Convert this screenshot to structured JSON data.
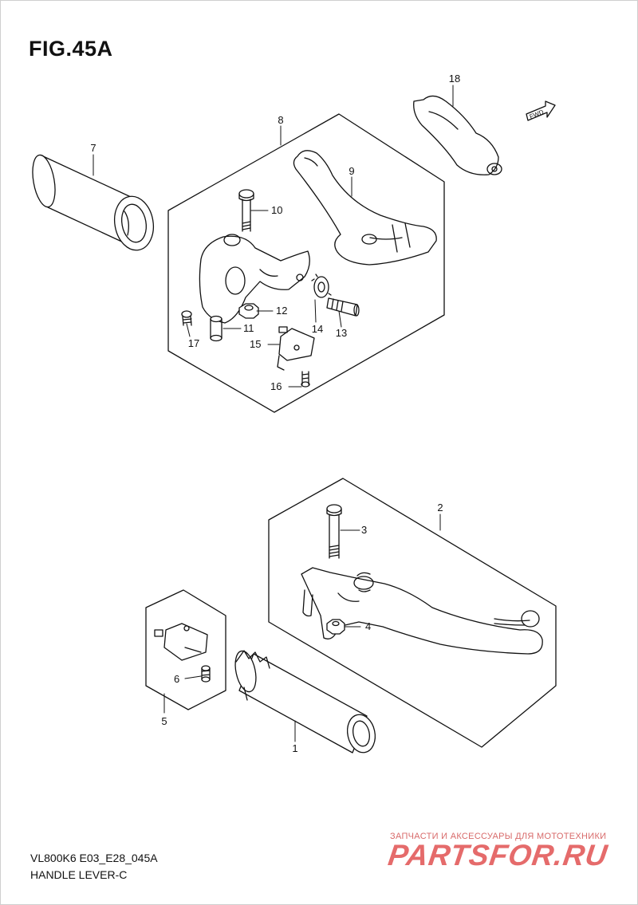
{
  "figure": {
    "title": "FIG.45A"
  },
  "callouts": [
    {
      "id": "c1",
      "text": "1"
    },
    {
      "id": "c2",
      "text": "2"
    },
    {
      "id": "c3",
      "text": "3"
    },
    {
      "id": "c4",
      "text": "4"
    },
    {
      "id": "c5",
      "text": "5"
    },
    {
      "id": "c6",
      "text": "6"
    },
    {
      "id": "c7",
      "text": "7"
    },
    {
      "id": "c8",
      "text": "8"
    },
    {
      "id": "c9",
      "text": "9"
    },
    {
      "id": "c10",
      "text": "10"
    },
    {
      "id": "c11",
      "text": "11"
    },
    {
      "id": "c12",
      "text": "12"
    },
    {
      "id": "c13",
      "text": "13"
    },
    {
      "id": "c14",
      "text": "14"
    },
    {
      "id": "c15",
      "text": "15"
    },
    {
      "id": "c16",
      "text": "16"
    },
    {
      "id": "c17",
      "text": "17"
    },
    {
      "id": "c18",
      "text": "18"
    }
  ],
  "direction_tag": "FWD",
  "footer": {
    "code": "VL800K6 E03_E28_045A",
    "name": "HANDLE LEVER-C"
  },
  "watermark": {
    "tagline": "ЗАПЧАСТИ И АКСЕССУАРЫ ДЛЯ МОТОТЕХНИКИ",
    "logo": "PARTSFOR.RU"
  },
  "colors": {
    "line": "#111111",
    "watermark": "#e56b6b"
  }
}
